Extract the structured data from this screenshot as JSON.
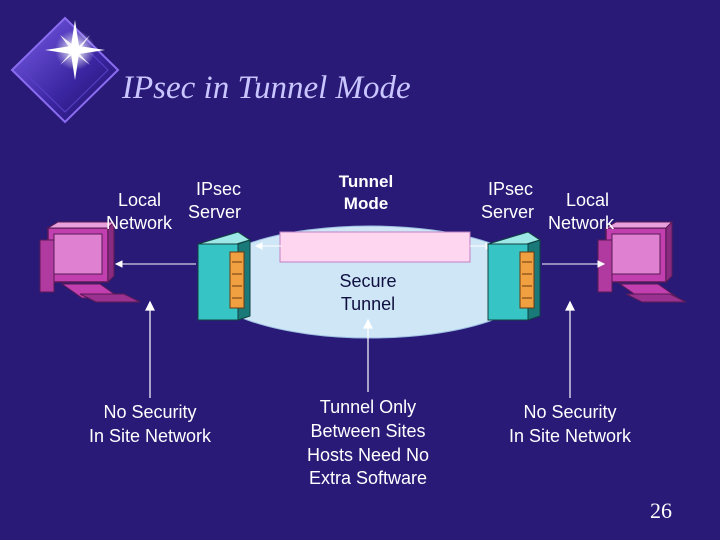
{
  "slide": {
    "title": "IPsec in Tunnel Mode",
    "page_number": "26"
  },
  "left": {
    "local": "Local",
    "network": "Network",
    "ipsec": "IPsec",
    "server": "Server",
    "caption_line1": "No Security",
    "caption_line2": "In Site Network"
  },
  "center": {
    "tunnel_mode_line1": "Tunnel",
    "tunnel_mode_line2": "Mode",
    "secure_line1": "Secure",
    "secure_line2": "Tunnel",
    "caption_line1": "Tunnel Only",
    "caption_line2": "Between Sites",
    "caption_line3": "Hosts Need No",
    "caption_line4": "Extra Software"
  },
  "right": {
    "ipsec": "IPsec",
    "server": "Server",
    "local": "Local",
    "network": "Network",
    "caption_line1": "No Security",
    "caption_line2": "In Site Network"
  },
  "colors": {
    "background": "#2a1a78",
    "title": "#c9c6ff",
    "tunnel_ellipse": "#cfe6f7",
    "tunnel_bar": "#ffd6f0",
    "server": "#37c4c4",
    "computer": "#c23fb0",
    "arrows": "#ffffff"
  }
}
